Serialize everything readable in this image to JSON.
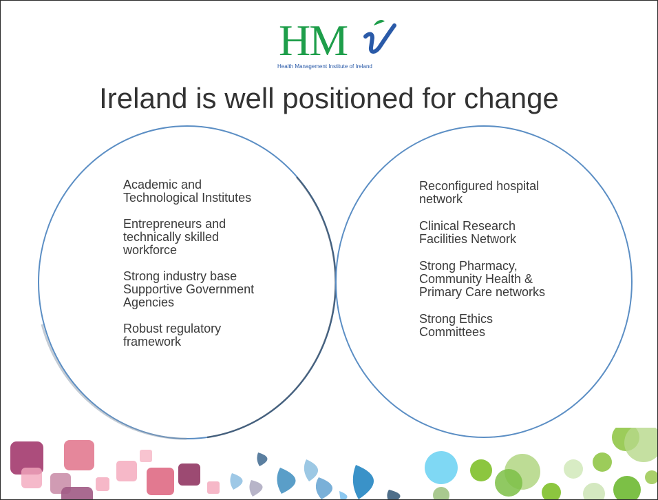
{
  "logo": {
    "mark": "HM",
    "tagline": "Health Management Institute of Ireland"
  },
  "title": "Ireland is well positioned for change",
  "left_circle": {
    "items": [
      "Academic and\nTechnological Institutes",
      "Entrepreneurs and\ntechnically skilled\nworkforce",
      "Strong industry base\nSupportive Government\nAgencies",
      "Robust regulatory\nframework"
    ]
  },
  "right_circle": {
    "items": [
      "Reconfigured hospital\nnetwork",
      "Clinical Research\nFacilities Network",
      "Strong Pharmacy,\nCommunity Health &\nPrimary Care networks",
      "Strong Ethics\nCommittees"
    ]
  },
  "colors": {
    "logo_green": "#1e9e4a",
    "logo_blue": "#2a5aa8",
    "circle_stroke": "#5b8ec4",
    "title_text": "#333333"
  }
}
